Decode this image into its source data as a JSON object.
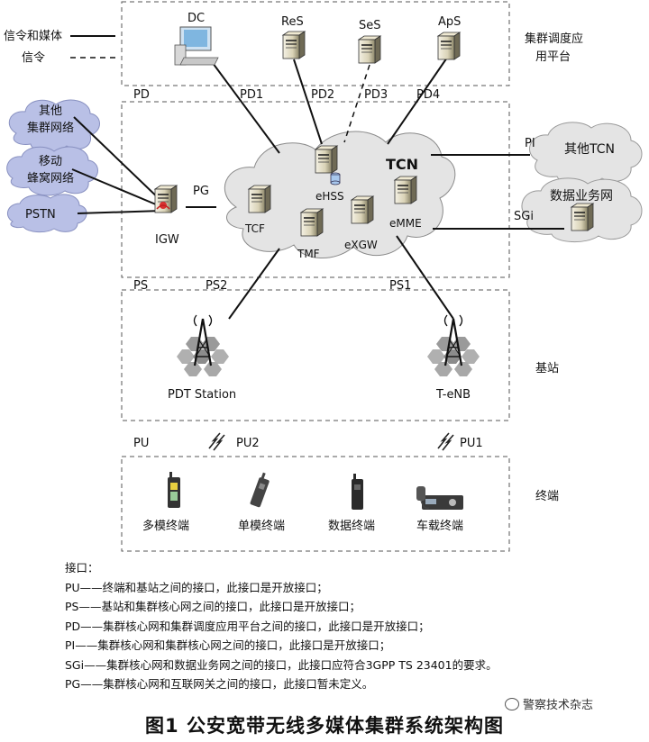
{
  "legend": {
    "media_label": "信令和媒体",
    "signal_label": "信令"
  },
  "platform_label": "集群调度应用平台",
  "bs_label": "基站",
  "term_label": "终端",
  "servers": {
    "dc": "DC",
    "res": "ReS",
    "ses": "SeS",
    "aps": "ApS"
  },
  "interfaces": {
    "pd": "PD",
    "pd1": "PD1",
    "pd2": "PD2",
    "pd3": "PD3",
    "pd4": "PD4",
    "pg": "PG",
    "pi": "PI",
    "sgi": "SGi",
    "ps": "PS",
    "ps1": "PS1",
    "ps2": "PS2",
    "pu": "PU",
    "pu1": "PU1",
    "pu2": "PU2"
  },
  "networks": {
    "other_cluster": [
      "其他",
      "集群网络"
    ],
    "mobile": [
      "移动",
      "蜂窝网络"
    ],
    "pstn": "PSTN",
    "other_tcn": "其他TCN",
    "data_net": "数据业务网"
  },
  "core": {
    "tcn": "TCN",
    "igw": "IGW",
    "tcf": "TCF",
    "tmf": "TMF",
    "ehss": "eHSS",
    "exgw": "eXGW",
    "emme": "eMME"
  },
  "stations": {
    "pdt": "PDT Station",
    "tenb": "T-eNB"
  },
  "terminals": [
    "多模终端",
    "单模终端",
    "数据终端",
    "车载终端"
  ],
  "notes": {
    "heading": "接口：",
    "lines": [
      "PU——终端和基站之间的接口，此接口是开放接口；",
      "PS——基站和集群核心网之间的接口，此接口是开放接口；",
      "PD——集群核心网和集群调度应用平台之间的接口，此接口是开放接口；",
      "PI——集群核心网和集群核心网之间的接口，此接口是开放接口；",
      "SGi——集群核心网和数据业务网之间的接口，此接口应符合3GPP TS 23401的要求。",
      "PG——集群核心网和互联网关之间的接口，此接口暂未定义。"
    ]
  },
  "watermark": "警察技术杂志",
  "caption": "图1  公安宽带无线多媒体集群系统架构图",
  "colors": {
    "cloud_blue": "#b9c0e6",
    "cloud_gray": "#e3e3e3",
    "line": "#111111"
  }
}
